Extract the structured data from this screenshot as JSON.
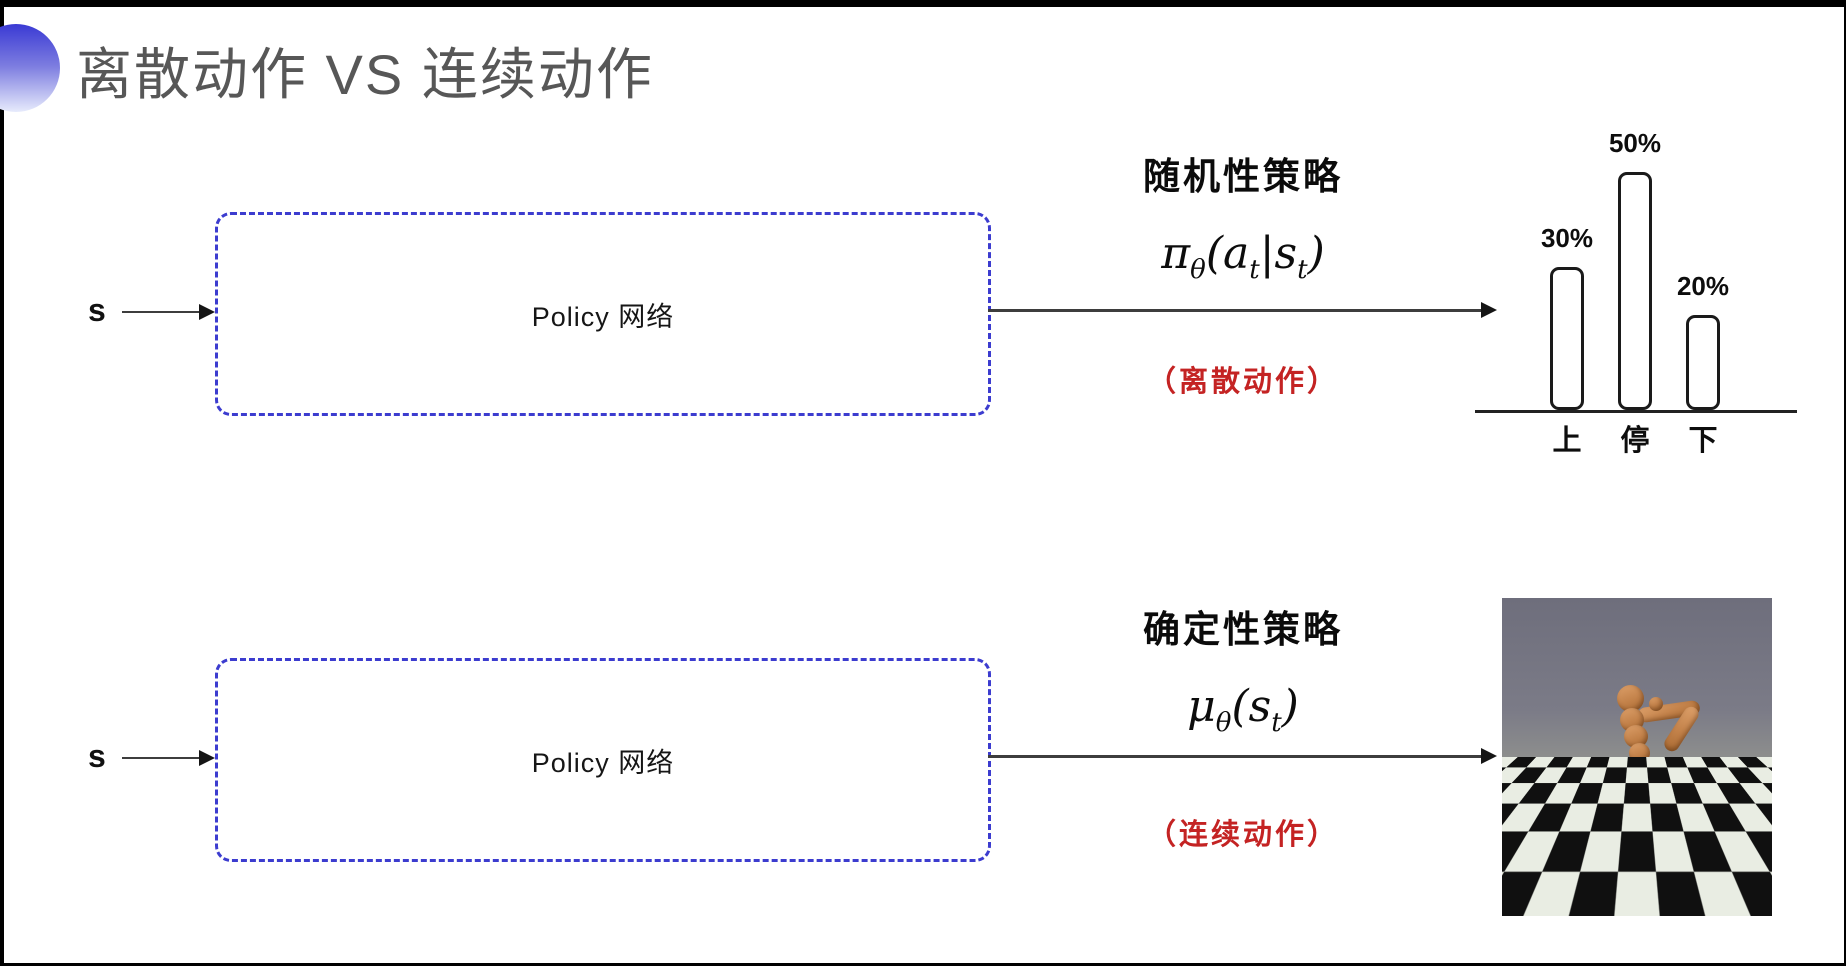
{
  "title": {
    "text": "离散动作 VS 连续动作"
  },
  "top_flow": {
    "input_label": "s",
    "box_label": "Policy 网络",
    "policy_type": "随机性策略",
    "formula": {
      "base": "π",
      "base_sub": "θ",
      "lparen": "(",
      "arg1": "a",
      "arg1_sub": "t",
      "sep": "|",
      "arg2": "s",
      "arg2_sub": "t",
      "rparen": ")"
    },
    "action_note": "（离散动作）"
  },
  "bottom_flow": {
    "input_label": "s",
    "box_label": "Policy 网络",
    "policy_type": "确定性策略",
    "formula": {
      "base": "μ",
      "base_sub": "θ",
      "lparen": "(",
      "arg1": "s",
      "arg1_sub": "t",
      "rparen": ")"
    },
    "action_note": "（连续动作）",
    "image_name": "mujoco-humanoid-on-checkerboard-floor"
  },
  "chart_data": {
    "type": "bar",
    "categories": [
      "上",
      "停",
      "下"
    ],
    "values": [
      30,
      50,
      20
    ],
    "value_labels": [
      "30%",
      "50%",
      "20%"
    ],
    "title": "",
    "xlabel": "",
    "ylabel": "",
    "ylim": [
      0,
      55
    ],
    "grid": false,
    "legend": false,
    "bar_style": "white fill, black rounded outline"
  },
  "colors": {
    "box_dashed_blue": "#3c3ccf",
    "title_gray": "#575757",
    "note_red": "#c42323",
    "arrow_dark": "#3d3d3d",
    "accent_gradient_top": "#3a3ad4",
    "accent_gradient_bottom": "#e7ebfc"
  }
}
